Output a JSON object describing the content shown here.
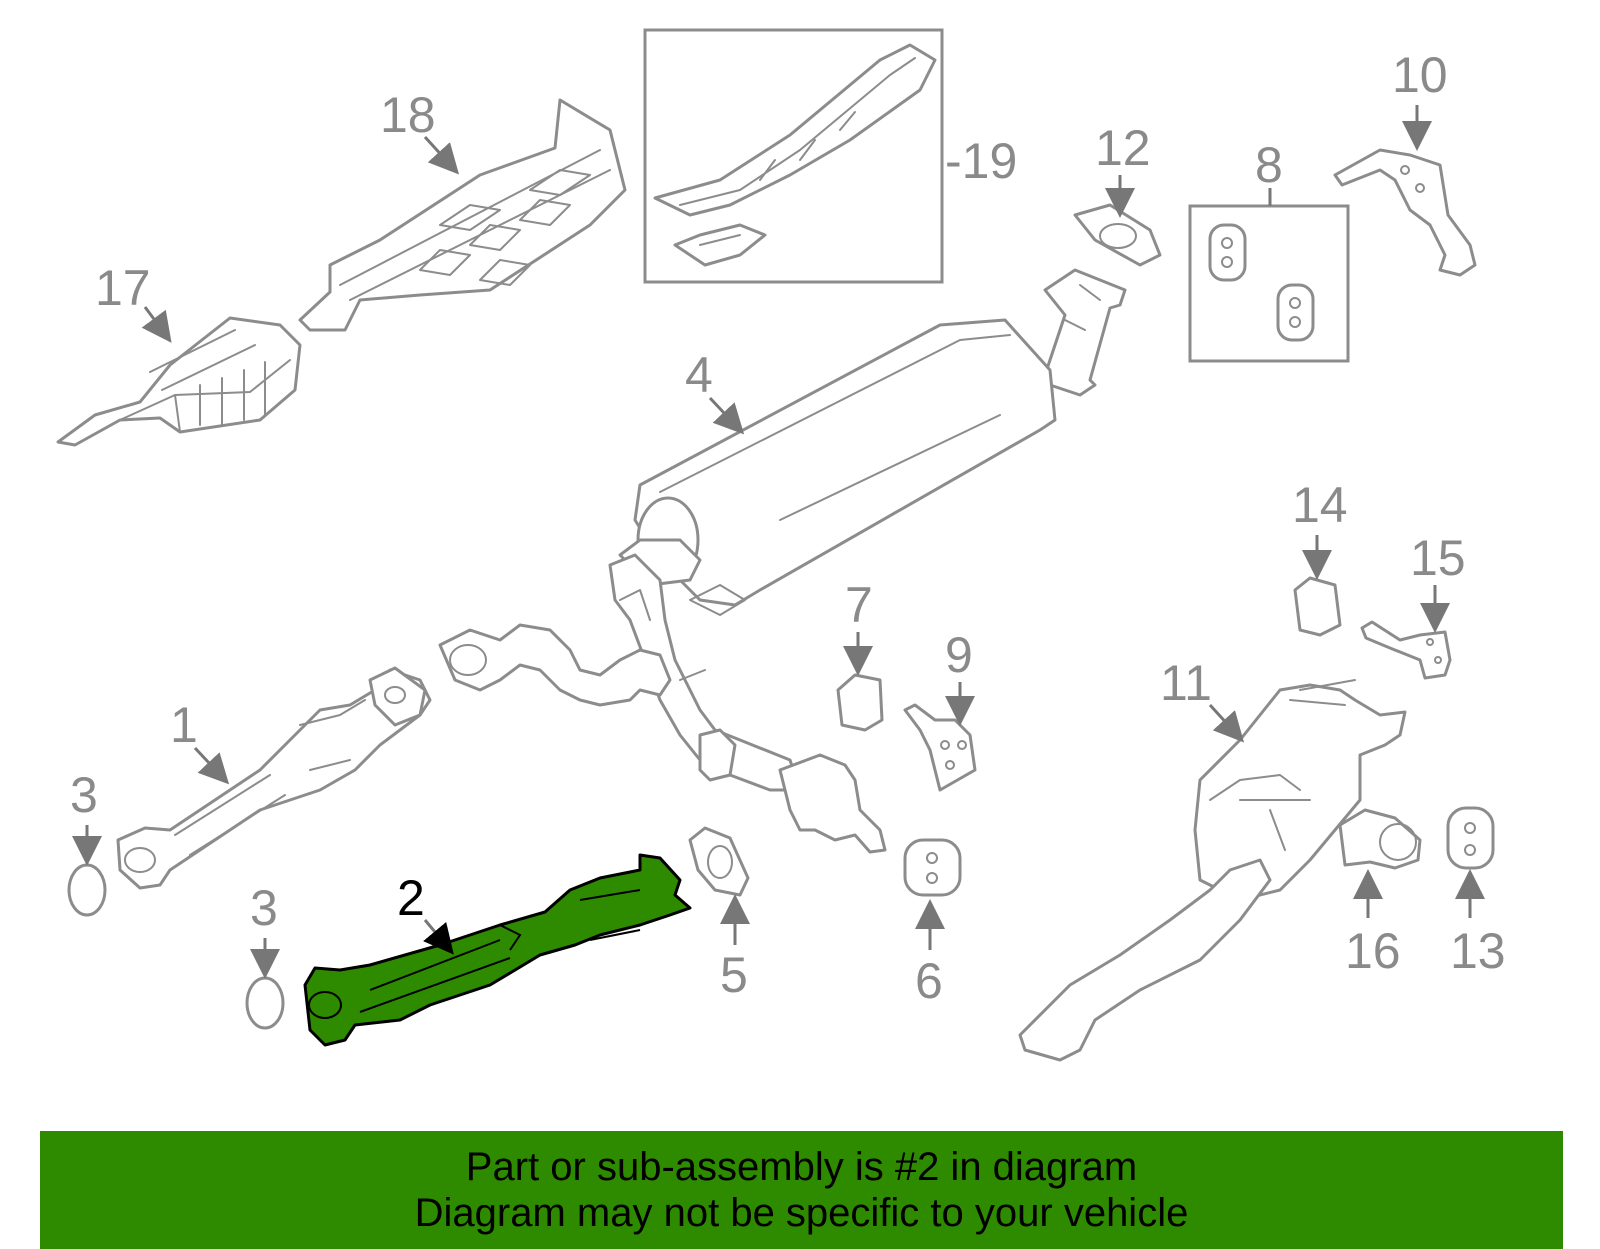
{
  "banner": {
    "line1": "Part or sub-assembly is #2 in diagram",
    "line2": "Diagram may not be specific to your vehicle",
    "background_color": "#2e8b00"
  },
  "highlight_color": "#2e8b00",
  "callouts": {
    "c1": "1",
    "c2": "2",
    "c3a": "3",
    "c3b": "3",
    "c4": "4",
    "c5": "5",
    "c6": "6",
    "c7": "7",
    "c8": "8",
    "c9": "9",
    "c10": "10",
    "c11": "11",
    "c12": "12",
    "c13": "13",
    "c14": "14",
    "c15": "15",
    "c16": "16",
    "c17": "17",
    "c18": "18",
    "c19": "-19"
  },
  "highlighted_part": "2"
}
